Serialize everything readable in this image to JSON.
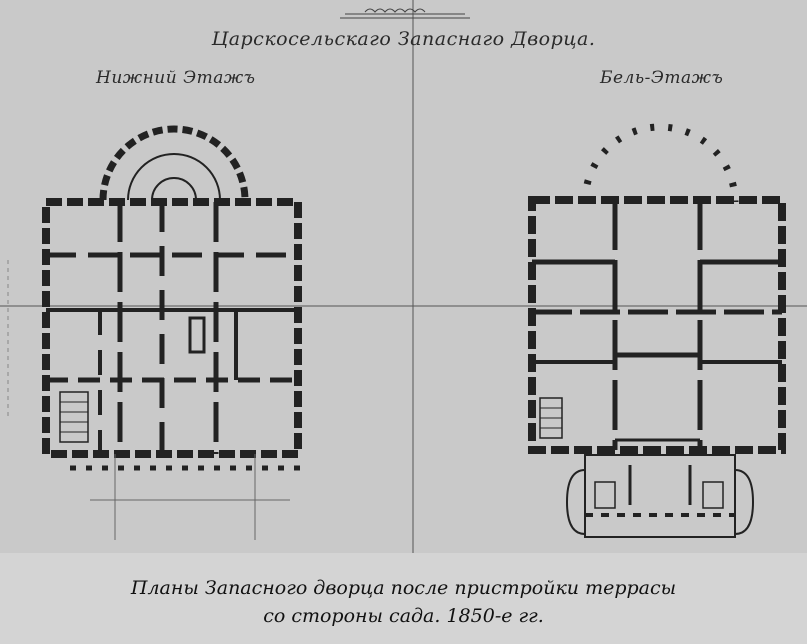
{
  "plate": {
    "header": "Царскосельскаго Запаснаго Дворца.",
    "floor_left": "Нижний Этажъ",
    "floor_right": "Бель-Этажъ"
  },
  "caption": {
    "line1": "Планы Запасного дворца после пристройки террасы",
    "line2": "со стороны сада. 1850-е гг."
  }
}
